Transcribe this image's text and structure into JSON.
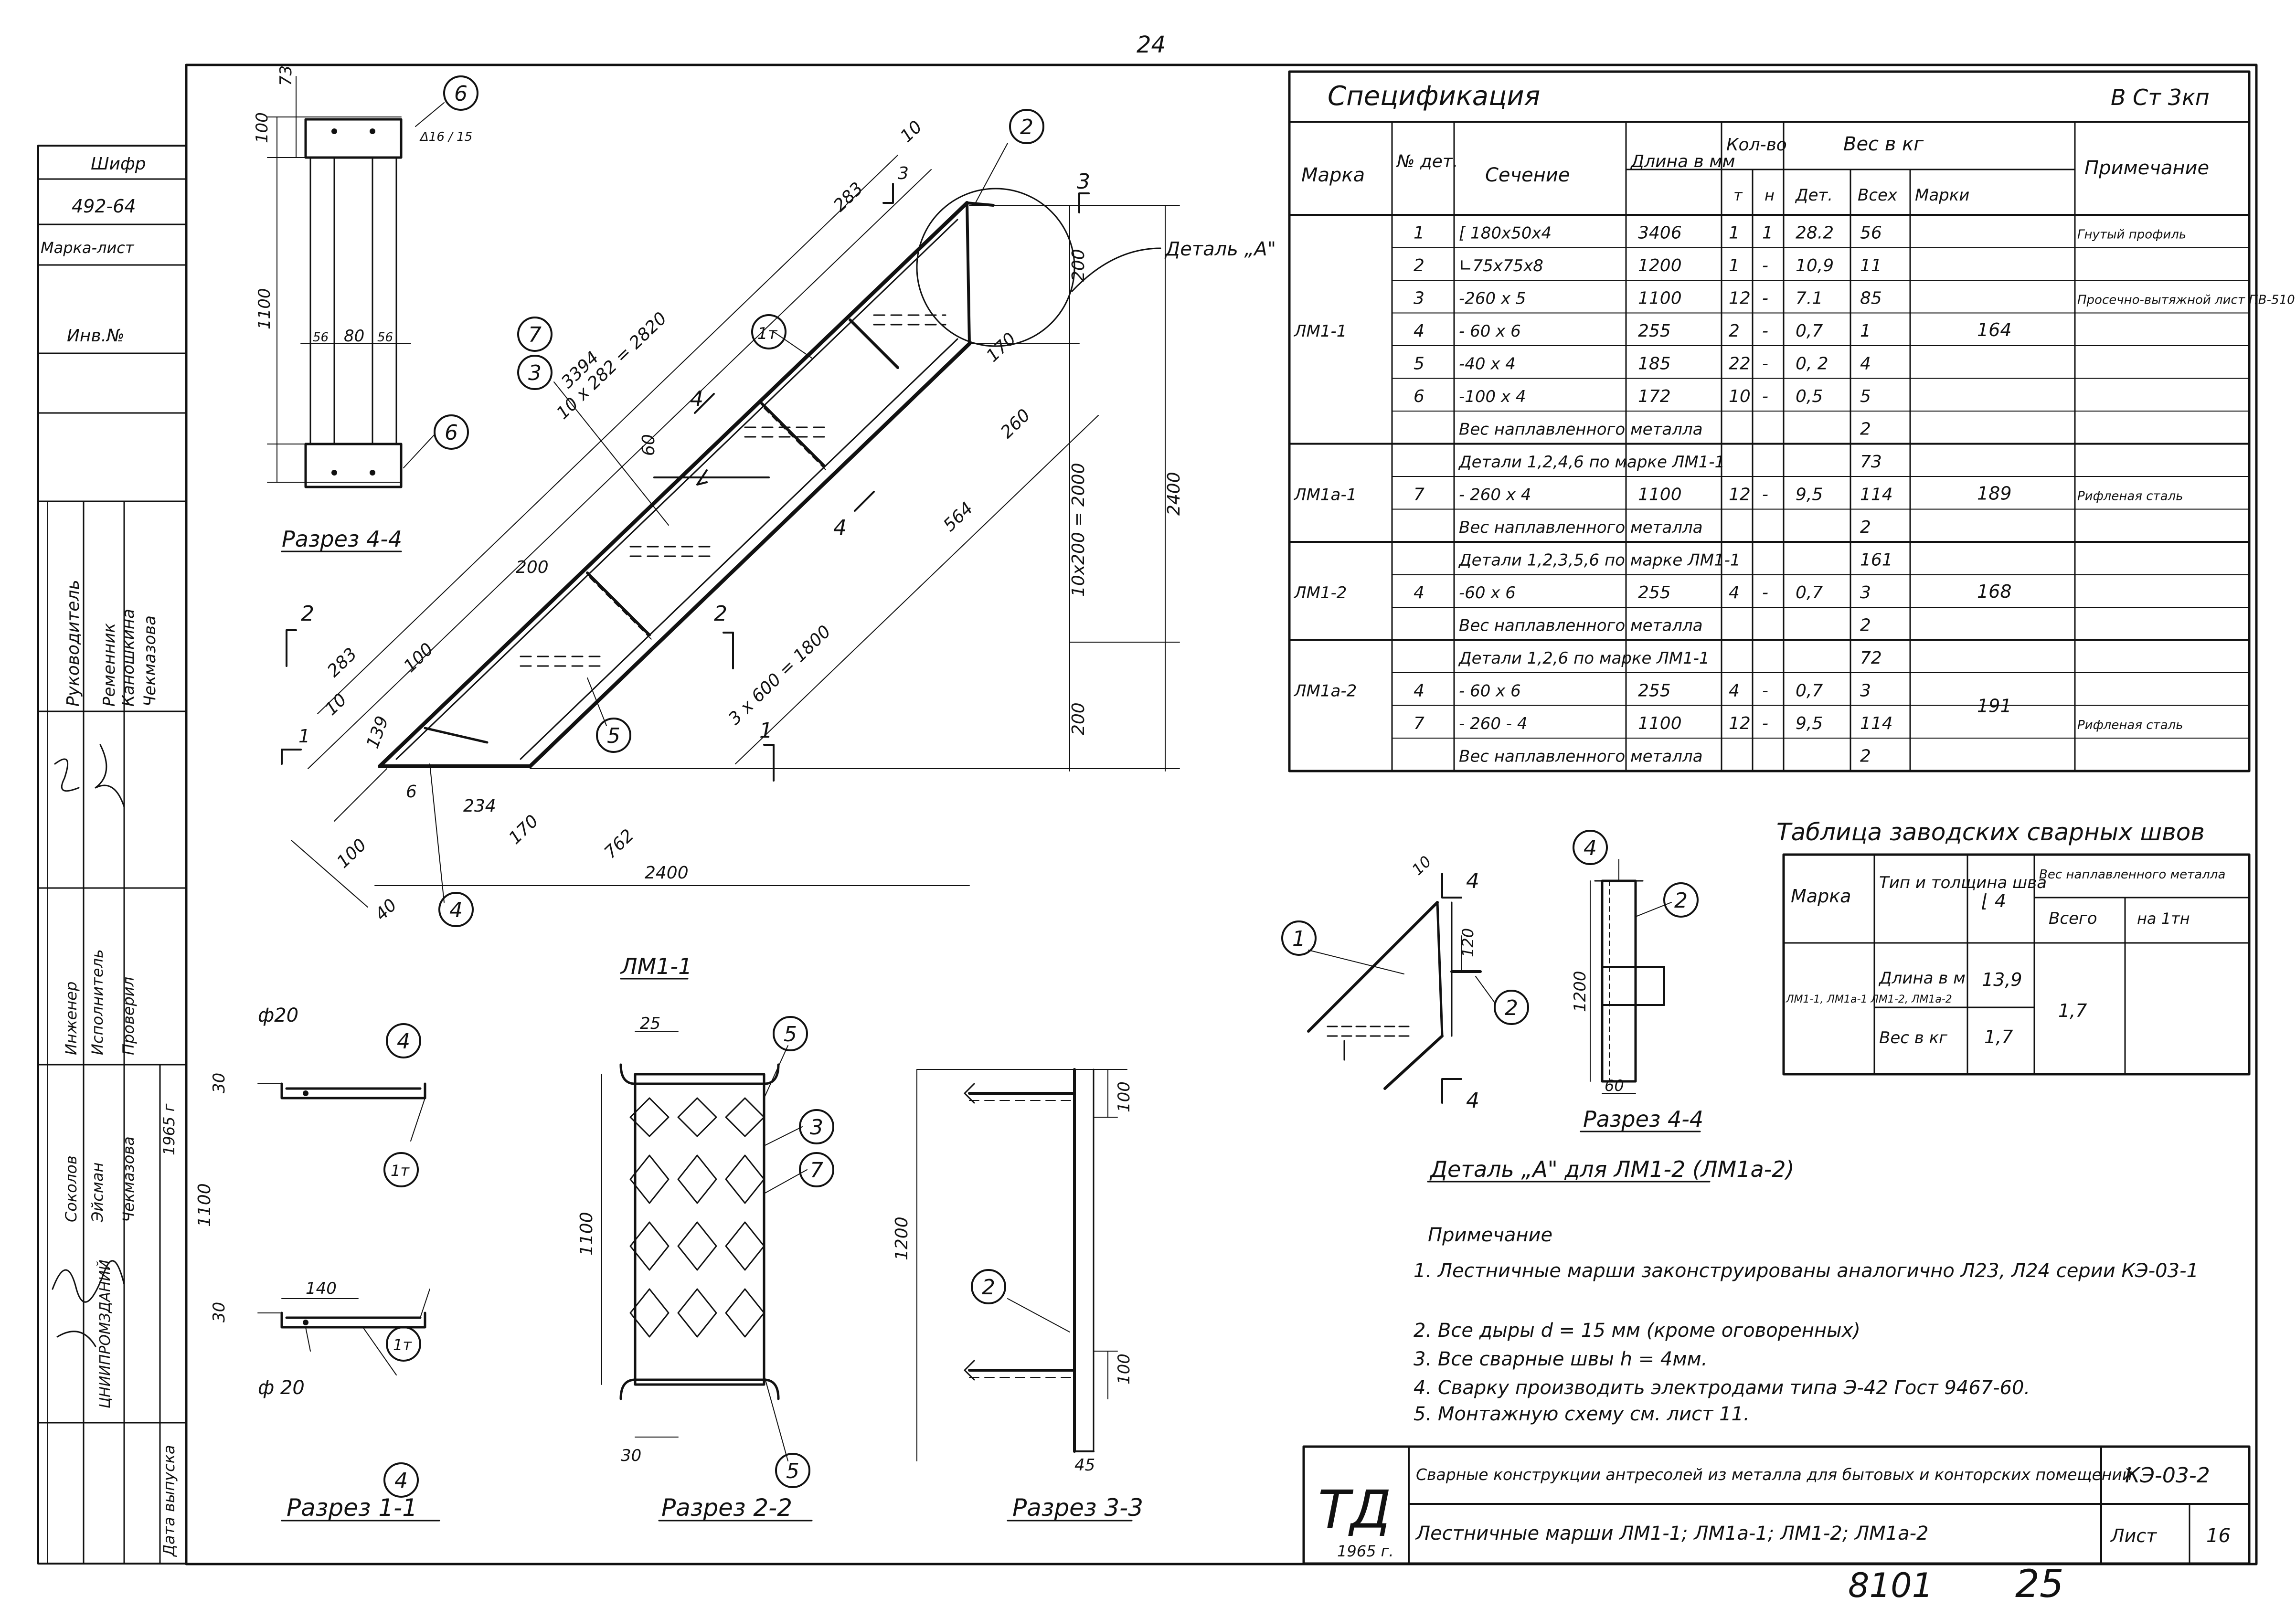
{
  "page_number": "24",
  "sheet_marks": {
    "bottom_left": "8101",
    "bottom_right": "25"
  },
  "side_stamp": {
    "cipher_label": "Шифр",
    "cipher": "492-64",
    "mark_sheet": "Марка-лист",
    "inv": "Инв.№",
    "roles": [
      "Руководитель",
      "Инженер",
      "Исполнитель",
      "Проверил"
    ],
    "names": [
      "Ременник",
      "Каношкина",
      "Чекмазова",
      "Соколов",
      "Эйсман",
      "Чекмазова"
    ],
    "dept": "ЦНИИПРОМЗДАНИЙ",
    "date_label": "Дата выпуска",
    "date": "1965 г"
  },
  "drawing": {
    "dims": {
      "d3394": "3394",
      "d10x282": "10 x 282 = 2820",
      "d283a": "283",
      "d283b": "283",
      "d10": "10",
      "d10b": "10",
      "d3": "3",
      "d200": "200",
      "d170": "170",
      "d260": "260",
      "d10x200": "10x200 = 2000",
      "d2400v": "2400",
      "d564": "564",
      "d3x600": "3 x 600 = 1800",
      "d200b": "200",
      "d200c": "200",
      "d60": "60",
      "d100": "100",
      "d139": "139",
      "d762": "762",
      "d234": "234",
      "d170b": "170",
      "d2400h": "2400",
      "d6": "6",
      "d100b": "100",
      "d40": "40",
      "d100s": "100",
      "d73": "73",
      "d1100": "1100",
      "d56a": "56",
      "d80": "80",
      "d56b": "56",
      "d1615": "Δ16 / 15"
    },
    "markers": [
      "1",
      "2",
      "3",
      "4",
      "5",
      "6",
      "7",
      "1т"
    ],
    "detail_a_callout": "Деталь „А\""
  },
  "views": {
    "section44_top": "Разрез 4-4",
    "lm11": "ЛМ1-1",
    "s11": "Разрез 1-1",
    "s22": "Разрез 2-2",
    "s33": "Разрез 3-3",
    "s44_small": "Разрез 4-4",
    "detail_a": "Деталь „А\" для ЛМ1-2 (ЛМ1а-2)",
    "phi20a": "ф20",
    "phi20b": "ф 20",
    "d30a": "30",
    "d140": "140",
    "d30b": "30",
    "d25": "25",
    "d1100b": "1100",
    "d30c": "30",
    "d100c": "100",
    "d1200": "1200",
    "d100d": "100",
    "d45": "45",
    "d120": "120",
    "d1200b": "1200",
    "d60b": "60",
    "d10c": "10",
    "m11": "1т",
    "m4a": "4",
    "m4b": "4",
    "m1t": "1т"
  },
  "spec": {
    "title": "Спецификация",
    "steel": "В Ст 3кп",
    "headers": {
      "mark": "Марка",
      "det_no": "№ дет.",
      "section": "Сечение",
      "length": "Длина в мм",
      "qty": "Кол-во",
      "qty_t": "т",
      "qty_n": "н",
      "weight": "Вес в кг",
      "w_det": "Дет.",
      "w_all": "Всех",
      "w_mark": "Марки",
      "note": "Примечание"
    },
    "rows": [
      {
        "mark": "",
        "det": "1",
        "section": "[ 180x50x4",
        "length": "3406",
        "t": "1",
        "n": "1",
        "w_det": "28.2",
        "w_all": "56",
        "note": "Гнутый профиль"
      },
      {
        "mark": "",
        "det": "2",
        "section": "∟75x75x8",
        "length": "1200",
        "t": "1",
        "n": "-",
        "w_det": "10,9",
        "w_all": "11",
        "note": ""
      },
      {
        "mark": "",
        "det": "3",
        "section": "-260 x 5",
        "length": "1100",
        "t": "12",
        "n": "-",
        "w_det": "7.1",
        "w_all": "85",
        "note": "Просечно-вытяжной лист ПВ-510"
      },
      {
        "mark": "ЛМ1-1",
        "det": "4",
        "section": "- 60 x 6",
        "length": "255",
        "t": "2",
        "n": "-",
        "w_det": "0,7",
        "w_all": "1",
        "note": ""
      },
      {
        "mark": "",
        "det": "5",
        "section": "-40 x 4",
        "length": "185",
        "t": "22",
        "n": "-",
        "w_det": "0, 2",
        "w_all": "4",
        "note": ""
      },
      {
        "mark": "",
        "det": "6",
        "section": "-100 x 4",
        "length": "172",
        "t": "10",
        "n": "-",
        "w_det": "0,5",
        "w_all": "5",
        "note": ""
      },
      {
        "mark": "",
        "det": "",
        "section": "Вес наплавленного металла",
        "length": "",
        "t": "",
        "n": "",
        "w_det": "",
        "w_all": "2",
        "note": ""
      },
      {
        "mark": "",
        "det": "",
        "section": "Детали 1,2,4,6 по марке ЛМ1-1",
        "length": "",
        "t": "",
        "n": "",
        "w_det": "",
        "w_all": "73",
        "note": ""
      },
      {
        "mark": "ЛМ1а-1",
        "det": "7",
        "section": "- 260 x 4",
        "length": "1100",
        "t": "12",
        "n": "-",
        "w_det": "9,5",
        "w_all": "114",
        "note": "Рифленая сталь"
      },
      {
        "mark": "",
        "det": "",
        "section": "Вес наплавленного металла",
        "length": "",
        "t": "",
        "n": "",
        "w_det": "",
        "w_all": "2",
        "note": ""
      },
      {
        "mark": "",
        "det": "",
        "section": "Детали 1,2,3,5,6 по марке ЛМ1-1",
        "length": "",
        "t": "",
        "n": "",
        "w_det": "",
        "w_all": "161",
        "note": ""
      },
      {
        "mark": "ЛМ1-2",
        "det": "4",
        "section": "-60 x 6",
        "length": "255",
        "t": "4",
        "n": "-",
        "w_det": "0,7",
        "w_all": "3",
        "note": ""
      },
      {
        "mark": "",
        "det": "",
        "section": "Вес наплавленного металла",
        "length": "",
        "t": "",
        "n": "",
        "w_det": "",
        "w_all": "2",
        "note": ""
      },
      {
        "mark": "",
        "det": "",
        "section": "Детали 1,2,6 по марке ЛМ1-1",
        "length": "",
        "t": "",
        "n": "",
        "w_det": "",
        "w_all": "72",
        "note": ""
      },
      {
        "mark": "ЛМ1а-2",
        "det": "4",
        "section": "- 60 x 6",
        "length": "255",
        "t": "4",
        "n": "-",
        "w_det": "0,7",
        "w_all": "3",
        "note": ""
      },
      {
        "mark": "",
        "det": "7",
        "section": "- 260 - 4",
        "length": "1100",
        "t": "12",
        "n": "-",
        "w_det": "9,5",
        "w_all": "114",
        "note": "Рифленая сталь"
      },
      {
        "mark": "",
        "det": "",
        "section": "Вес наплавленного металла",
        "length": "",
        "t": "",
        "n": "",
        "w_det": "",
        "w_all": "2",
        "note": ""
      }
    ],
    "mark_weights": [
      "164",
      "189",
      "168",
      "191"
    ]
  },
  "welds": {
    "title": "Таблица заводских сварных швов",
    "h_mark": "Марка",
    "h_type": "Тип и толщина шва",
    "h_k": "⌊ 4",
    "h_weight": "Вес наплавленного металла",
    "h_total": "Всего",
    "h_per": "на 1тн",
    "marks": "ЛМ1-1, ЛМ1а-1 ЛМ1-2, ЛМ1а-2",
    "len_label": "Длина в м",
    "len_val": "13,9",
    "wt_label": "Вес в кг",
    "wt_val": "1,7",
    "total": "1,7"
  },
  "notes": {
    "title": "Примечание",
    "items": [
      "1. Лестничные марши законструированы аналогично Л23, Л24 серии КЭ-03-1",
      "2. Все дыры d = 15 мм (кроме оговоренных)",
      "3. Все сварные швы h = 4мм.",
      "4. Сварку производить электродами типа Э-42 Гост 9467-60.",
      "5. Монтажную схему см. лист 11."
    ]
  },
  "title_block": {
    "logo": "ТД",
    "year": "1965 г.",
    "title1": "Сварные конструкции антресолей из металла для бытовых и конторских помещений",
    "title2": "Лестничные марши ЛМ1-1; ЛМ1а-1; ЛМ1-2; ЛМ1а-2",
    "code": "КЭ-03-2",
    "sheet_label": "Лист",
    "sheet": "16"
  }
}
